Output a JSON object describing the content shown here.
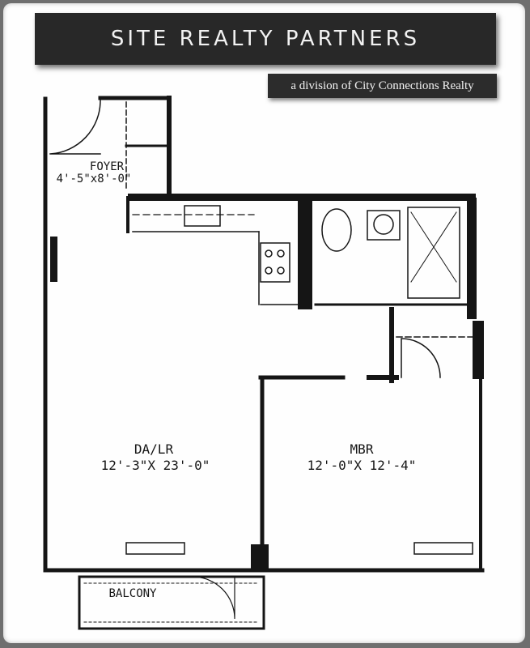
{
  "header": {
    "company": "SITE REALTY PARTNERS",
    "division": "a division of City Connections Realty"
  },
  "rooms": {
    "foyer": {
      "name": "FOYER",
      "dims": "4'-5\"x8'-0\""
    },
    "living": {
      "name": "DA/LR",
      "dims": "12'-3\"X 23'-0\""
    },
    "bedroom": {
      "name": "MBR",
      "dims": "12'-0\"X 12'-4\""
    },
    "balcony": {
      "name": "BALCONY"
    }
  },
  "colors": {
    "ink": "#151515",
    "banner": "#282828",
    "paper": "#fefefe"
  }
}
